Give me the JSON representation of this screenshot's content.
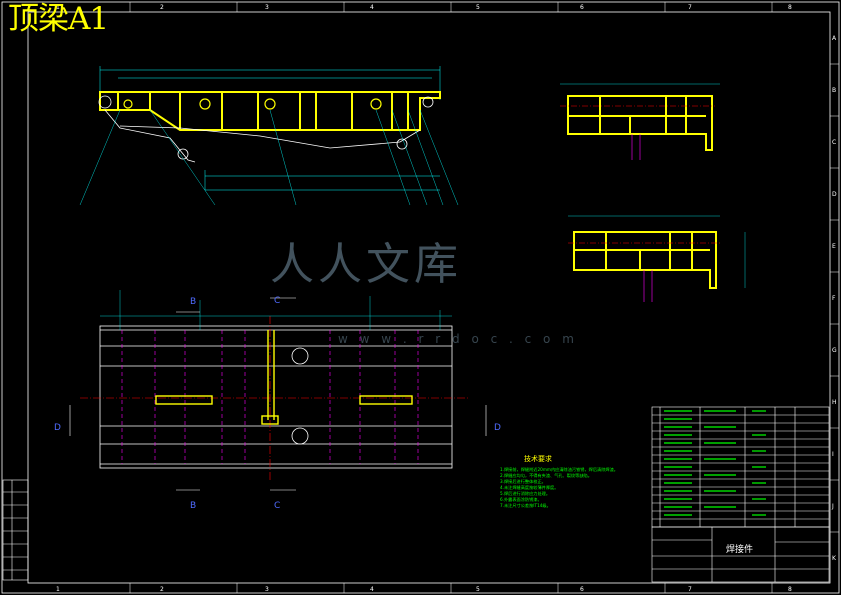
{
  "title": "顶梁A1",
  "sheet_grid": {
    "columns": [
      "1",
      "2",
      "3",
      "4",
      "5",
      "6",
      "7",
      "8"
    ],
    "rows": [
      "A",
      "B",
      "C",
      "D",
      "E",
      "F",
      "G",
      "H",
      "I",
      "J",
      "K"
    ]
  },
  "section_marks": {
    "b_label": "B",
    "c_label": "C",
    "d_label": "D"
  },
  "tech_notes": {
    "title": "技术要求",
    "lines": [
      "1.焊接前，焊缝附近20mm内应清除油污铁锈，焊后清除焊渣。",
      "2.焊缝应均匀，不得有夹渣、气孔、裂纹等缺陷。",
      "3.焊接后进行整体校正。",
      "4.未注焊缝高度按较薄件厚度。",
      "5.焊后进行消除应力处理。",
      "6.外露表面涂防锈漆。",
      "7.未注尺寸公差按IT14级。"
    ]
  },
  "title_block": {
    "name": "焊接件"
  },
  "watermark": {
    "text": "人人文库",
    "url": "w w w . r r d o c . c o m"
  },
  "colors": {
    "background": "#000000",
    "frame": "#ffffff",
    "structure": "#ffff00",
    "dimension": "#00ffff",
    "hidden": "#ff00ff",
    "centerline": "#ff0000",
    "note": "#00ff00",
    "section_label": "#4f6bff"
  }
}
